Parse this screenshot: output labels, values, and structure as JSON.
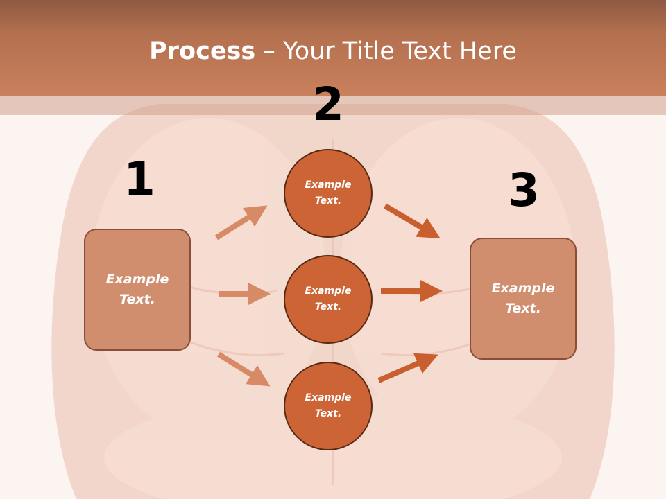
{
  "title": {
    "bold": "Process",
    "rest": " – Your Title Text Here"
  },
  "steps": {
    "one": "1",
    "two": "2",
    "three": "3"
  },
  "left_box": {
    "text": "Example Text."
  },
  "right_box": {
    "text": "Example Text."
  },
  "circles": [
    {
      "text": "Example Text."
    },
    {
      "text": "Example Text."
    },
    {
      "text": "Example Text."
    }
  ],
  "colors": {
    "header": "#c9805d",
    "box_fill": "#d08e6e",
    "circle_fill": "#cc6436",
    "left_arrow": "#d68a66",
    "right_arrow": "#c95f2e"
  }
}
